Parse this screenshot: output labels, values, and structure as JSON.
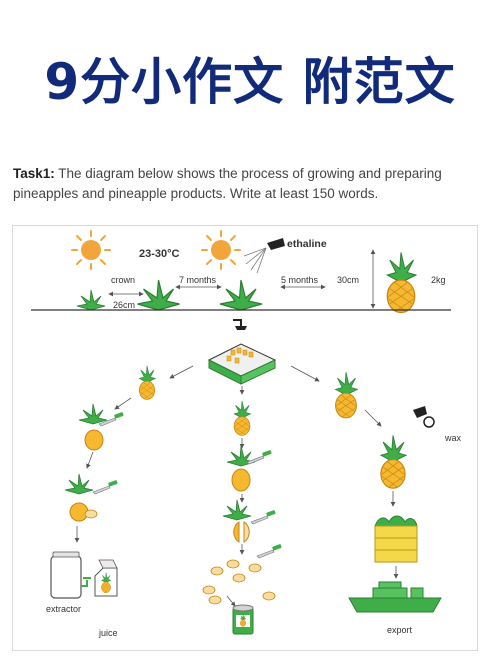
{
  "header": {
    "title": "9分小作文 附范文"
  },
  "task": {
    "label": "Task1:",
    "text": " The diagram below shows the process of growing and preparing pineapples and pineapple products. Write at least 150 words."
  },
  "diagram": {
    "temperature": "23-30°C",
    "chemical": "ethaline",
    "crown_label": "crown",
    "crown_size": "26cm",
    "growth_period_1": "7 months",
    "growth_period_2": "5 months",
    "plant_height": "30cm",
    "fruit_weight": "2kg",
    "wax_label": "wax",
    "extractor_label": "extractor",
    "juice_label": "juice",
    "export_label": "export"
  },
  "colors": {
    "title": "#122a7a",
    "leaf_green": "#3fae49",
    "pineapple_yellow": "#f5b82e",
    "sun_orange": "#f2a53a"
  }
}
